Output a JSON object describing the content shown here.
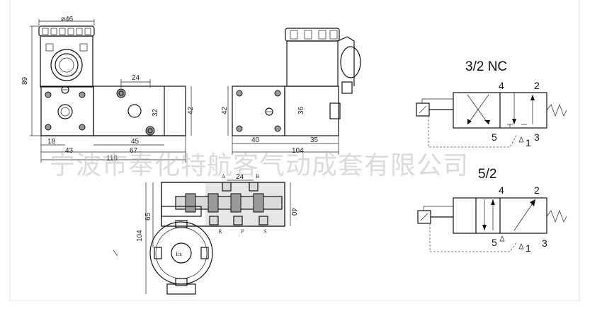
{
  "front_view": {
    "dims": {
      "d46": "ø46",
      "h89": "89",
      "w24": "24",
      "w32": "32",
      "h42": "42",
      "w45": "45",
      "w18": "18",
      "w43": "43",
      "w67": "67",
      "w118": "118"
    }
  },
  "side_view": {
    "dims": {
      "h42": "42",
      "h36": "36",
      "w40": "40",
      "w35": "35",
      "w104": "104"
    }
  },
  "bottom_view": {
    "ports_top": {
      "a": "A",
      "b": "B"
    },
    "ports_bottom": {
      "r": "R",
      "p": "P",
      "s": "S"
    },
    "dims": {
      "w24": "24",
      "h65": "65",
      "h104": "104",
      "h40": "40"
    },
    "ex_mark": "Ex"
  },
  "symbol_32": {
    "title": "3/2 NC",
    "ports": {
      "p4": "4",
      "p2": "2",
      "p5": "5",
      "p1": "1",
      "p3": "3"
    }
  },
  "symbol_52": {
    "title": "5/2",
    "ports": {
      "p4": "4",
      "p2": "2",
      "p5": "5",
      "p1": "1",
      "p3": "3"
    }
  },
  "watermark": "宁波市奉化特航客气动成套有限公司"
}
